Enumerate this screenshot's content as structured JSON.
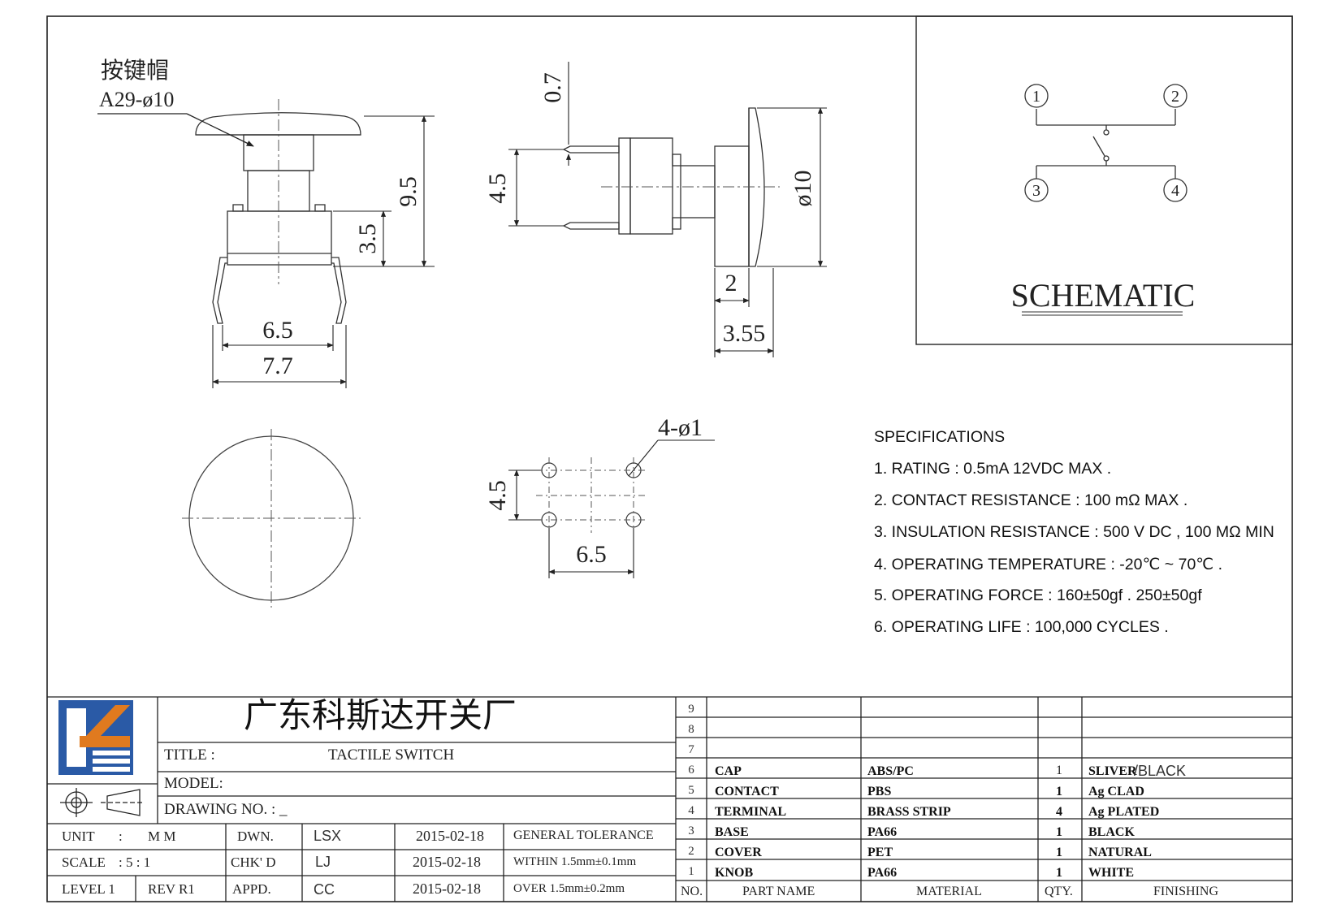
{
  "drawing": {
    "cap_label": "按键帽",
    "cap_model": "A29-ø10",
    "dims": {
      "side_top": "0.7",
      "side_pin": "4.5",
      "side_dia": "ø10",
      "side_w1": "2",
      "side_w2": "3.55",
      "front_h": "9.5",
      "front_base": "3.5",
      "front_w1": "6.5",
      "front_w2": "7.7",
      "hole_dia": "4-ø1",
      "hole_h": "4.5",
      "hole_w": "6.5"
    }
  },
  "schematic": {
    "title": "SCHEMATIC",
    "pins": [
      "1",
      "2",
      "3",
      "4"
    ]
  },
  "specifications": {
    "heading": "SPECIFICATIONS",
    "items": [
      "1. RATING : 0.5mA 12VDC MAX .",
      "2. CONTACT RESISTANCE : 100 mΩ MAX .",
      "3. INSULATION RESISTANCE : 500 V DC , 100 MΩ MIN",
      "4. OPERATING TEMPERATURE : -20℃ ~ 70℃ .",
      "5. OPERATING FORCE : 160±50gf . 250±50gf",
      "6. OPERATING LIFE : 100,000 CYCLES ."
    ]
  },
  "titleblock": {
    "company": "广东科斯达开关厂",
    "title_label": "TITLE :",
    "title_value": "TACTILE SWITCH",
    "model_label": "MODEL:",
    "drawing_no_label": "DRAWING NO.  : _",
    "unit_label": "UNIT",
    "unit_sep": ":",
    "unit_value": "M M",
    "scale_label": "SCALE",
    "scale_value": ":   5 : 1",
    "level_label": "LEVEL 1",
    "rev_label": "REV   R1",
    "dwn_label": "DWN.",
    "dwn_name": "LSX",
    "dwn_date": "2015-02-18",
    "chk_label": "CHK' D",
    "chk_name": "LJ",
    "chk_date": "2015-02-18",
    "appd_label": "APPD.",
    "appd_name": "CC",
    "appd_date": "2015-02-18",
    "tol_label": "GENERAL TOLERANCE",
    "tol_within": "WITHIN 1.5mm±0.1mm",
    "tol_over": "OVER   1.5mm±0.2mm"
  },
  "bom": {
    "headers": {
      "no": "NO.",
      "part": "PART   NAME",
      "material": "MATERIAL",
      "qty": "QTY.",
      "finishing": "FINISHING"
    },
    "empty_rows": [
      "9",
      "8",
      "7"
    ],
    "rows": [
      {
        "no": "6",
        "part": "CAP",
        "material": "ABS/PC",
        "qty": "1",
        "finish_a": "SLIVER",
        "finish_b": "/BLACK"
      },
      {
        "no": "5",
        "part": "CONTACT",
        "material": "PBS",
        "qty": "1",
        "finish_a": "Ag CLAD",
        "finish_b": ""
      },
      {
        "no": "4",
        "part": "TERMINAL",
        "material": "BRASS STRIP",
        "qty": "4",
        "finish_a": "Ag PLATED",
        "finish_b": ""
      },
      {
        "no": "3",
        "part": "BASE",
        "material": "PA66",
        "qty": "1",
        "finish_a": "BLACK",
        "finish_b": ""
      },
      {
        "no": "2",
        "part": "COVER",
        "material": "PET",
        "qty": "1",
        "finish_a": "NATURAL",
        "finish_b": ""
      },
      {
        "no": "1",
        "part": "KNOB",
        "material": "PA66",
        "qty": "1",
        "finish_a": "WHITE",
        "finish_b": ""
      }
    ]
  },
  "colors": {
    "logo_blue": "#2a5aa6",
    "logo_orange": "#e07a1f",
    "line": "#222222"
  }
}
